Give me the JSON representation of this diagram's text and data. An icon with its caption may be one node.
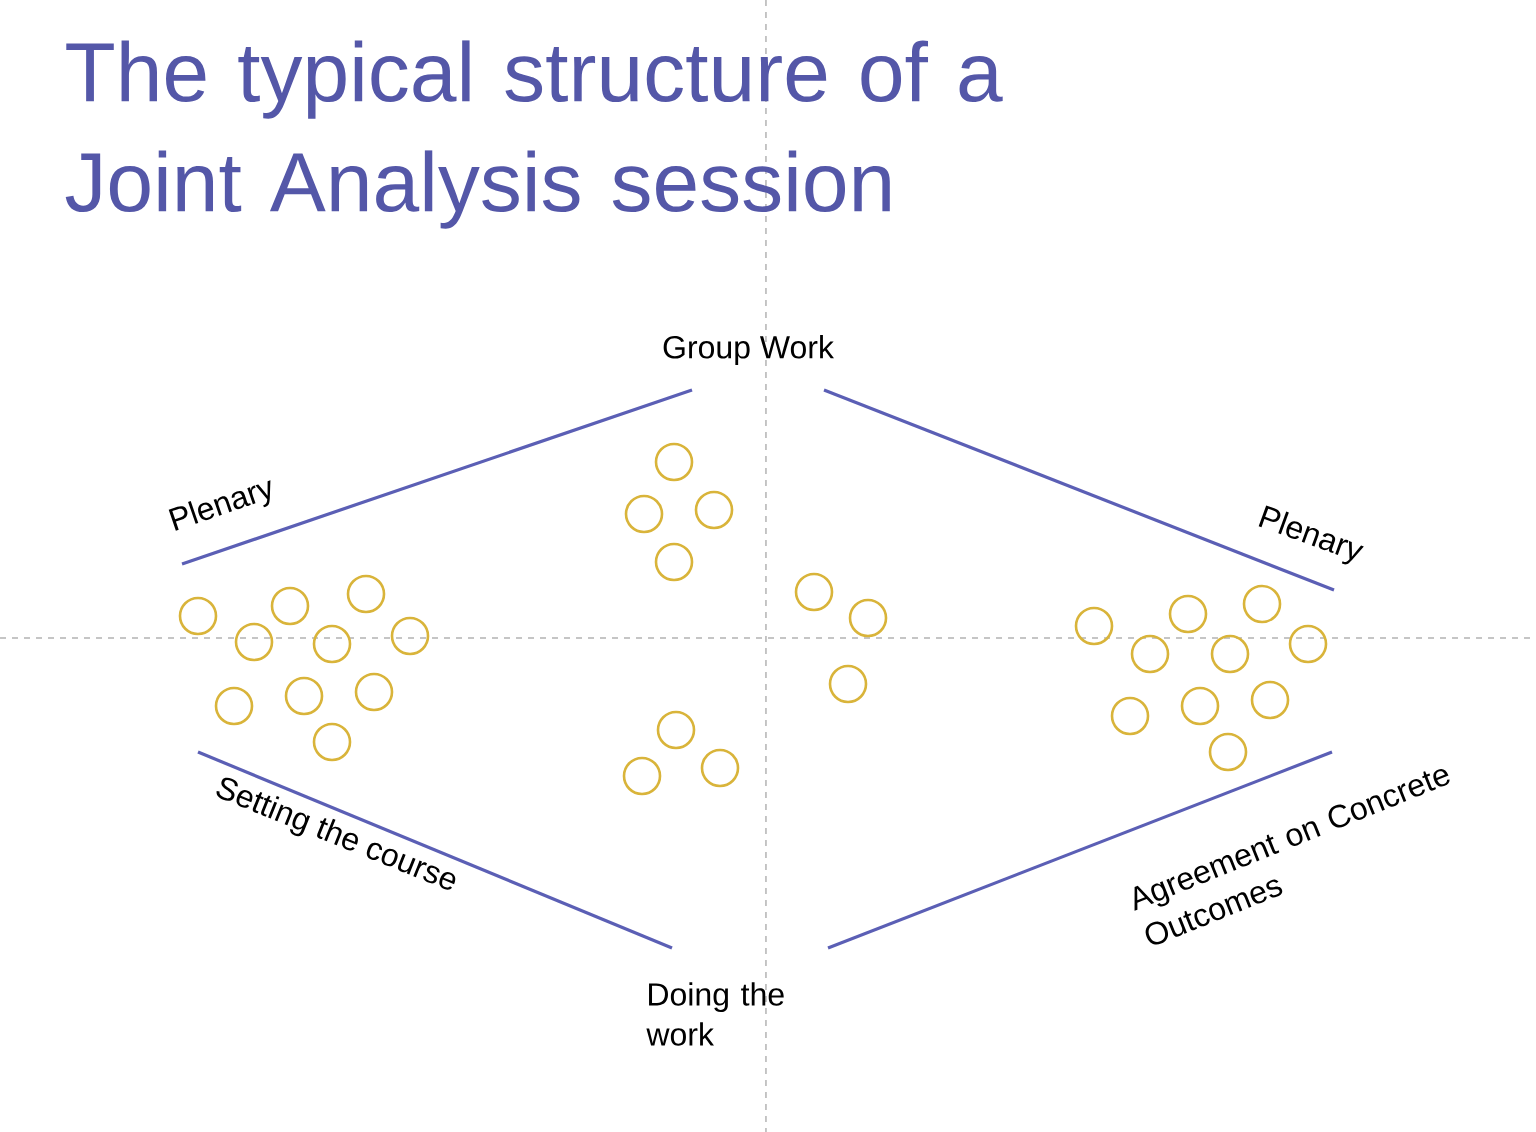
{
  "diagram": {
    "title": "The typical structure of a Joint Analysis session",
    "labels": [
      "Group Work",
      "Plenary",
      "Plenary",
      "Setting the course",
      "Agreement on Concrete Outcomes",
      "Doing the work"
    ]
  }
}
